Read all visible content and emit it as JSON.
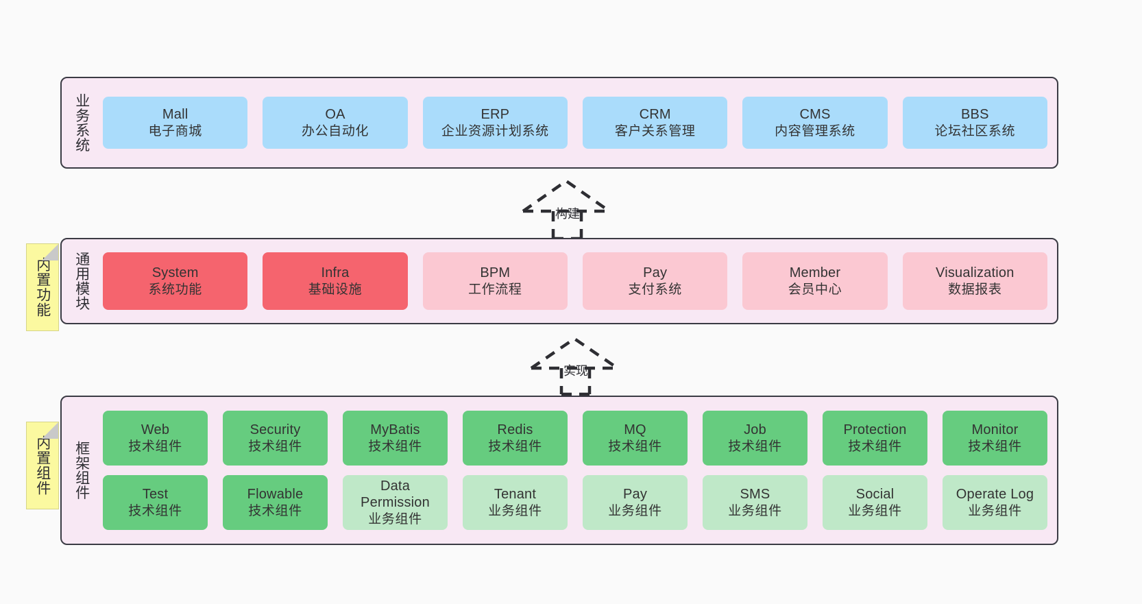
{
  "diagram": {
    "title": "",
    "colors": {
      "canvas_bg": "#fafafa",
      "tier_bg": "#f8e8f4",
      "tier_border": "#3b3b44",
      "business_node": "#aadcfb",
      "module_core_node": "#f5646e",
      "module_node": "#fbc8d2",
      "tech_component_node": "#66cc7f",
      "biz_component_node": "#bfe8c8",
      "note_bg": "#fbf9a0",
      "note_fold": "#c9c9c9"
    }
  },
  "tiers": [
    {
      "id": "business-systems",
      "label": "业务系统",
      "rows": [
        {
          "id": "business-row",
          "nodes": [
            {
              "title": "Mall",
              "subtitle": "电子商城",
              "color": "blue"
            },
            {
              "title": "OA",
              "subtitle": "办公自动化",
              "color": "blue"
            },
            {
              "title": "ERP",
              "subtitle": "企业资源计划系统",
              "color": "blue"
            },
            {
              "title": "CRM",
              "subtitle": "客户关系管理",
              "color": "blue"
            },
            {
              "title": "CMS",
              "subtitle": "内容管理系统",
              "color": "blue"
            },
            {
              "title": "BBS",
              "subtitle": "论坛社区系统",
              "color": "blue"
            }
          ]
        }
      ]
    },
    {
      "id": "common-modules",
      "label": "通用模块",
      "note": "内置功能",
      "rows": [
        {
          "id": "module-row",
          "nodes": [
            {
              "title": "System",
              "subtitle": "系统功能",
              "color": "red"
            },
            {
              "title": "Infra",
              "subtitle": "基础设施",
              "color": "red"
            },
            {
              "title": "BPM",
              "subtitle": "工作流程",
              "color": "pink"
            },
            {
              "title": "Pay",
              "subtitle": "支付系统",
              "color": "pink"
            },
            {
              "title": "Member",
              "subtitle": "会员中心",
              "color": "pink"
            },
            {
              "title": "Visualization",
              "subtitle": "数据报表",
              "color": "pink"
            }
          ]
        }
      ]
    },
    {
      "id": "framework-components",
      "label": "框架组件",
      "note": "内置组件",
      "rows": [
        {
          "id": "framework-row-1",
          "nodes": [
            {
              "title": "Web",
              "subtitle": "技术组件",
              "color": "green"
            },
            {
              "title": "Security",
              "subtitle": "技术组件",
              "color": "green"
            },
            {
              "title": "MyBatis",
              "subtitle": "技术组件",
              "color": "green"
            },
            {
              "title": "Redis",
              "subtitle": "技术组件",
              "color": "green"
            },
            {
              "title": "MQ",
              "subtitle": "技术组件",
              "color": "green"
            },
            {
              "title": "Job",
              "subtitle": "技术组件",
              "color": "green"
            },
            {
              "title": "Protection",
              "subtitle": "技术组件",
              "color": "green"
            },
            {
              "title": "Monitor",
              "subtitle": "技术组件",
              "color": "green"
            }
          ]
        },
        {
          "id": "framework-row-2",
          "nodes": [
            {
              "title": "Test",
              "subtitle": "技术组件",
              "color": "green"
            },
            {
              "title": "Flowable",
              "subtitle": "技术组件",
              "color": "green"
            },
            {
              "title": "Data Permission",
              "subtitle": "业务组件",
              "color": "lightgreen"
            },
            {
              "title": "Tenant",
              "subtitle": "业务组件",
              "color": "lightgreen"
            },
            {
              "title": "Pay",
              "subtitle": "业务组件",
              "color": "lightgreen"
            },
            {
              "title": "SMS",
              "subtitle": "业务组件",
              "color": "lightgreen"
            },
            {
              "title": "Social",
              "subtitle": "业务组件",
              "color": "lightgreen"
            },
            {
              "title": "Operate Log",
              "subtitle": "业务组件",
              "color": "lightgreen"
            }
          ]
        }
      ]
    }
  ],
  "connectors": [
    {
      "id": "connector-build",
      "label": "构建",
      "style": "dashed-hollow-triangle-up"
    },
    {
      "id": "connector-implement",
      "label": "实现",
      "style": "dashed-hollow-triangle-up"
    }
  ]
}
